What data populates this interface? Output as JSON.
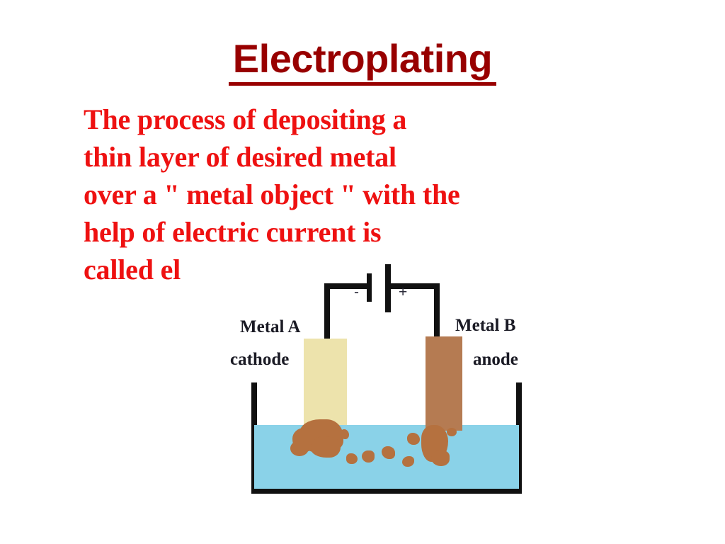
{
  "slide": {
    "background_color": "#ffffff",
    "title": "Electroplating",
    "title_color": "#980000",
    "body_color": "#ee1111",
    "body_lines": [
      "The process of depositing a",
      "thin layer of desired metal",
      "over a \" metal object \" with the",
      "help of electric current is",
      "called el"
    ],
    "body_text_full": "The process of depositing a thin layer of desired metal over a \" metal object \" with the help of electric current is called el"
  },
  "diagram": {
    "name": "electroplating-cell-diagram",
    "labels": {
      "cathode_metal": "Metal A",
      "cathode_role": "cathode",
      "anode_metal": "Metal B",
      "anode_role": "anode",
      "battery_negative": "-",
      "battery_positive": "+"
    },
    "colors": {
      "cathode": "#ede3ac",
      "anode": "#b57b52",
      "solution": "#8ad2e8",
      "deposit": "#b5713f",
      "outline": "#111111",
      "label_text": "#1a1a24"
    }
  }
}
